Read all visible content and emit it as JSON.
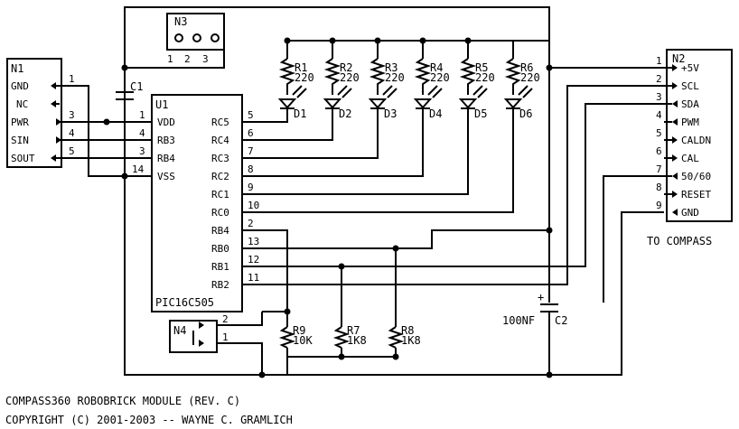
{
  "n1": {
    "ref": "N1",
    "pins": [
      {
        "num": "1",
        "label": "GND"
      },
      {
        "label": "NC"
      },
      {
        "num": "3",
        "label": "PWR"
      },
      {
        "num": "4",
        "label": "SIN"
      },
      {
        "num": "5",
        "label": "SOUT"
      }
    ]
  },
  "n3": {
    "ref": "N3",
    "pins": [
      "1",
      "2",
      "3"
    ]
  },
  "c1": {
    "ref": "C1"
  },
  "u1": {
    "ref": "U1",
    "part": "PIC16C505",
    "left": [
      {
        "num": "1",
        "label": "VDD"
      },
      {
        "num": "4",
        "label": "RB3"
      },
      {
        "num": "3",
        "label": "RB4"
      },
      {
        "num": "14",
        "label": "VSS"
      }
    ],
    "right": [
      {
        "num": "5",
        "label": "RC5"
      },
      {
        "num": "6",
        "label": "RC4"
      },
      {
        "num": "7",
        "label": "RC3"
      },
      {
        "num": "8",
        "label": "RC2"
      },
      {
        "num": "9",
        "label": "RC1"
      },
      {
        "num": "10",
        "label": "RC0"
      },
      {
        "num": "2",
        "label": "RB4"
      },
      {
        "num": "13",
        "label": "RB0"
      },
      {
        "num": "12",
        "label": "RB1"
      },
      {
        "num": "11",
        "label": "RB2"
      }
    ]
  },
  "resistors": [
    {
      "ref": "R1",
      "value": "220"
    },
    {
      "ref": "R2",
      "value": "220"
    },
    {
      "ref": "R3",
      "value": "220"
    },
    {
      "ref": "R4",
      "value": "220"
    },
    {
      "ref": "R5",
      "value": "220"
    },
    {
      "ref": "R6",
      "value": "220"
    }
  ],
  "leds": [
    "D1",
    "D2",
    "D3",
    "D4",
    "D5",
    "D6"
  ],
  "pullups": [
    {
      "ref": "R9",
      "value": "10K"
    },
    {
      "ref": "R7",
      "value": "1K8"
    },
    {
      "ref": "R8",
      "value": "1K8"
    }
  ],
  "n4": {
    "ref": "N4",
    "pins": [
      "2",
      "1"
    ]
  },
  "c2": {
    "ref": "C2",
    "value": "100NF",
    "polarity": "+"
  },
  "n2": {
    "ref": "N2",
    "caption": "TO COMPASS",
    "pins": [
      {
        "num": "1",
        "label": "+5V"
      },
      {
        "num": "2",
        "label": "SCL"
      },
      {
        "num": "3",
        "label": "SDA"
      },
      {
        "num": "4",
        "label": "PWM"
      },
      {
        "num": "5",
        "label": "CALDN"
      },
      {
        "num": "6",
        "label": "CAL"
      },
      {
        "num": "7",
        "label": "50/60"
      },
      {
        "num": "8",
        "label": "RESET"
      },
      {
        "num": "9",
        "label": "GND"
      }
    ]
  },
  "title": {
    "line1": "COMPASS360 ROBOBRICK MODULE (REV. C)",
    "line2": "COPYRIGHT (C) 2001-2003 -- WAYNE C. GRAMLICH"
  }
}
